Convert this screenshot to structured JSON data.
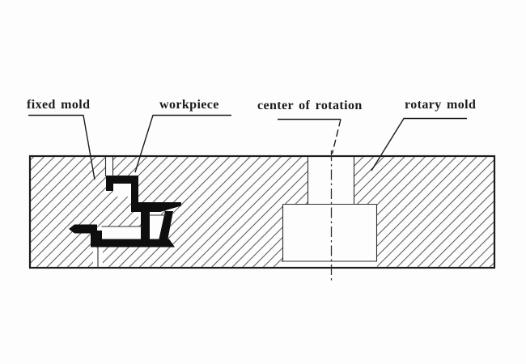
{
  "figure": {
    "type": "technical-cross-section-diagram",
    "labels": {
      "fixed_mold": "fixed mold",
      "workpiece": "workpiece",
      "center_of_rotation": "center of rotation",
      "rotary_mold": "rotary mold"
    },
    "colors": {
      "ink": "#1c1c1c",
      "line": "#2f2f2f",
      "hatch": "#5a5a5a",
      "workpiece_fill": "#0e0e0e",
      "paper": "#fdfdfd"
    }
  }
}
